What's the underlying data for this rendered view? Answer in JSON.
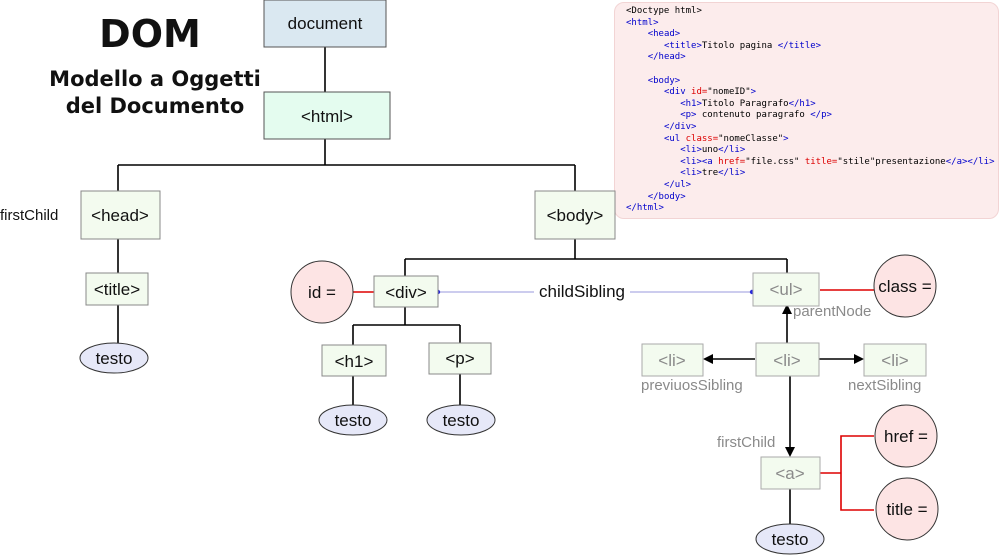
{
  "title": "DOM",
  "subtitle_line1": "Modello a Oggetti",
  "subtitle_line2": "del Documento",
  "nodes": {
    "document": "document",
    "html": "<html>",
    "head": "<head>",
    "title": "<title>",
    "body": "<body>",
    "div": "<div>",
    "ul": "<ul>",
    "h1": "<h1>",
    "p": "<p>",
    "li_left": "<li>",
    "li_mid": "<li>",
    "li_right": "<li>",
    "a": "<a>"
  },
  "text_nodes": {
    "title_text": "testo",
    "h1_text": "testo",
    "p_text": "testo",
    "a_text": "testo"
  },
  "attributes": {
    "id": "id =",
    "class": "class =",
    "href": "href =",
    "title": "title ="
  },
  "relations": {
    "first_child_left": "firstChild",
    "child_sibling": "childSibling",
    "parent_node": "parentNode",
    "previous_sibling": "previuosSibling",
    "next_sibling": "nextSibling",
    "first_child_right": "firstChild"
  },
  "code": {
    "l1": "<Doctype html>",
    "l2": "<html>",
    "l3_tag": "<head>",
    "l4_open": "<title>",
    "l4_text": "Titolo pagina ",
    "l4_close": "</title>",
    "l5": "</head>",
    "l7": "<body>",
    "l8_open": "<div ",
    "l8_attr": "id=",
    "l8_val": "\"nomeID\"",
    "l8_end": ">",
    "l9_open": "<h1>",
    "l9_text": "Titolo Paragrafo",
    "l9_close": "</h1>",
    "l10_open": "<p>",
    "l10_text": " contenuto paragrafo ",
    "l10_close": "</p>",
    "l11": "</div>",
    "l12_open": "<ul ",
    "l12_attr": "class=",
    "l12_val": "\"nomeClasse\"",
    "l12_end": ">",
    "l13_open": "<li>",
    "l13_text": "uno",
    "l13_close": "</li>",
    "l14_open": "<li><a ",
    "l14_attr1": "href=",
    "l14_val1": "\"file.css\" ",
    "l14_attr2": "title=",
    "l14_val2": "\"stile\"",
    "l14_text": "presentazione",
    "l14_close": "</a></li>",
    "l15_open": "<li>",
    "l15_text": "tre",
    "l15_close": "</li>",
    "l16": "</ul>",
    "l17": "</body>",
    "l18": "</html>"
  },
  "colors": {
    "document_fill": "#dae8f1",
    "html_fill": "#e4fcef",
    "element_fill": "#f3fbef",
    "attribute_fill": "#fde4e4",
    "text_node_fill": "#e6e8f8",
    "attr_link": "#dd0000",
    "sibling_link": "#9999dd"
  }
}
